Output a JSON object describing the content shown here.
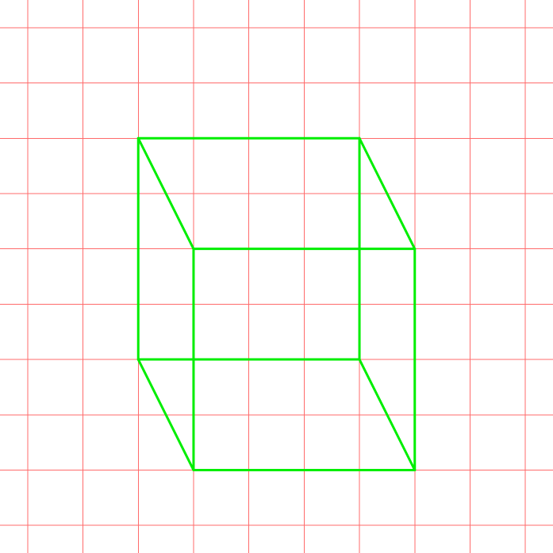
{
  "grid": {
    "line_color": "#ff6b6b",
    "cells": 10
  },
  "cube": {
    "edge_color": "#00ee00",
    "edges": [
      {
        "id": "back-top",
        "from": [
          2.5,
          2.5
        ],
        "to": [
          6.5,
          2.5
        ]
      },
      {
        "id": "back-bottom",
        "from": [
          2.5,
          6.5
        ],
        "to": [
          6.5,
          6.5
        ]
      },
      {
        "id": "back-left",
        "from": [
          2.5,
          2.5
        ],
        "to": [
          2.5,
          6.5
        ]
      },
      {
        "id": "back-right",
        "from": [
          6.5,
          2.5
        ],
        "to": [
          6.5,
          6.5
        ]
      },
      {
        "id": "front-top",
        "from": [
          3.5,
          4.5
        ],
        "to": [
          7.5,
          4.5
        ]
      },
      {
        "id": "front-bottom",
        "from": [
          3.5,
          8.5
        ],
        "to": [
          7.5,
          8.5
        ]
      },
      {
        "id": "front-left",
        "from": [
          3.5,
          4.5
        ],
        "to": [
          3.5,
          8.5
        ]
      },
      {
        "id": "front-right",
        "from": [
          7.5,
          4.5
        ],
        "to": [
          7.5,
          8.5
        ]
      },
      {
        "id": "connector-top-left",
        "from": [
          2.5,
          2.5
        ],
        "to": [
          3.5,
          4.5
        ]
      },
      {
        "id": "connector-top-right",
        "from": [
          6.5,
          2.5
        ],
        "to": [
          7.5,
          4.5
        ]
      },
      {
        "id": "connector-bottom-left",
        "from": [
          2.5,
          6.5
        ],
        "to": [
          3.5,
          8.5
        ]
      },
      {
        "id": "connector-bottom-right",
        "from": [
          6.5,
          6.5
        ],
        "to": [
          7.5,
          8.5
        ]
      }
    ]
  }
}
